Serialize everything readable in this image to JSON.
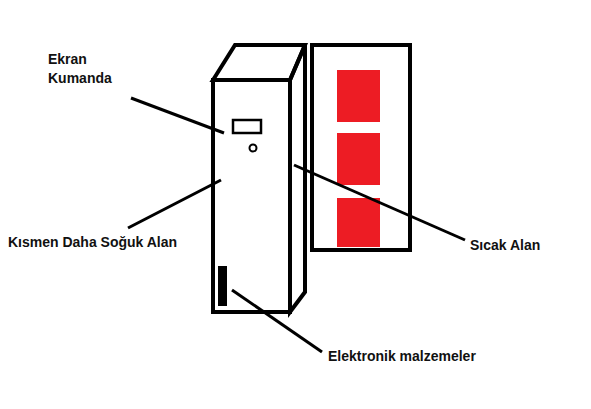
{
  "diagram": {
    "labels": [
      "Ekran Kumanda",
      "Kısmen Daha Soğuk Alan",
      "Sıcak Alan",
      "Elektronik malzemeler"
    ]
  }
}
